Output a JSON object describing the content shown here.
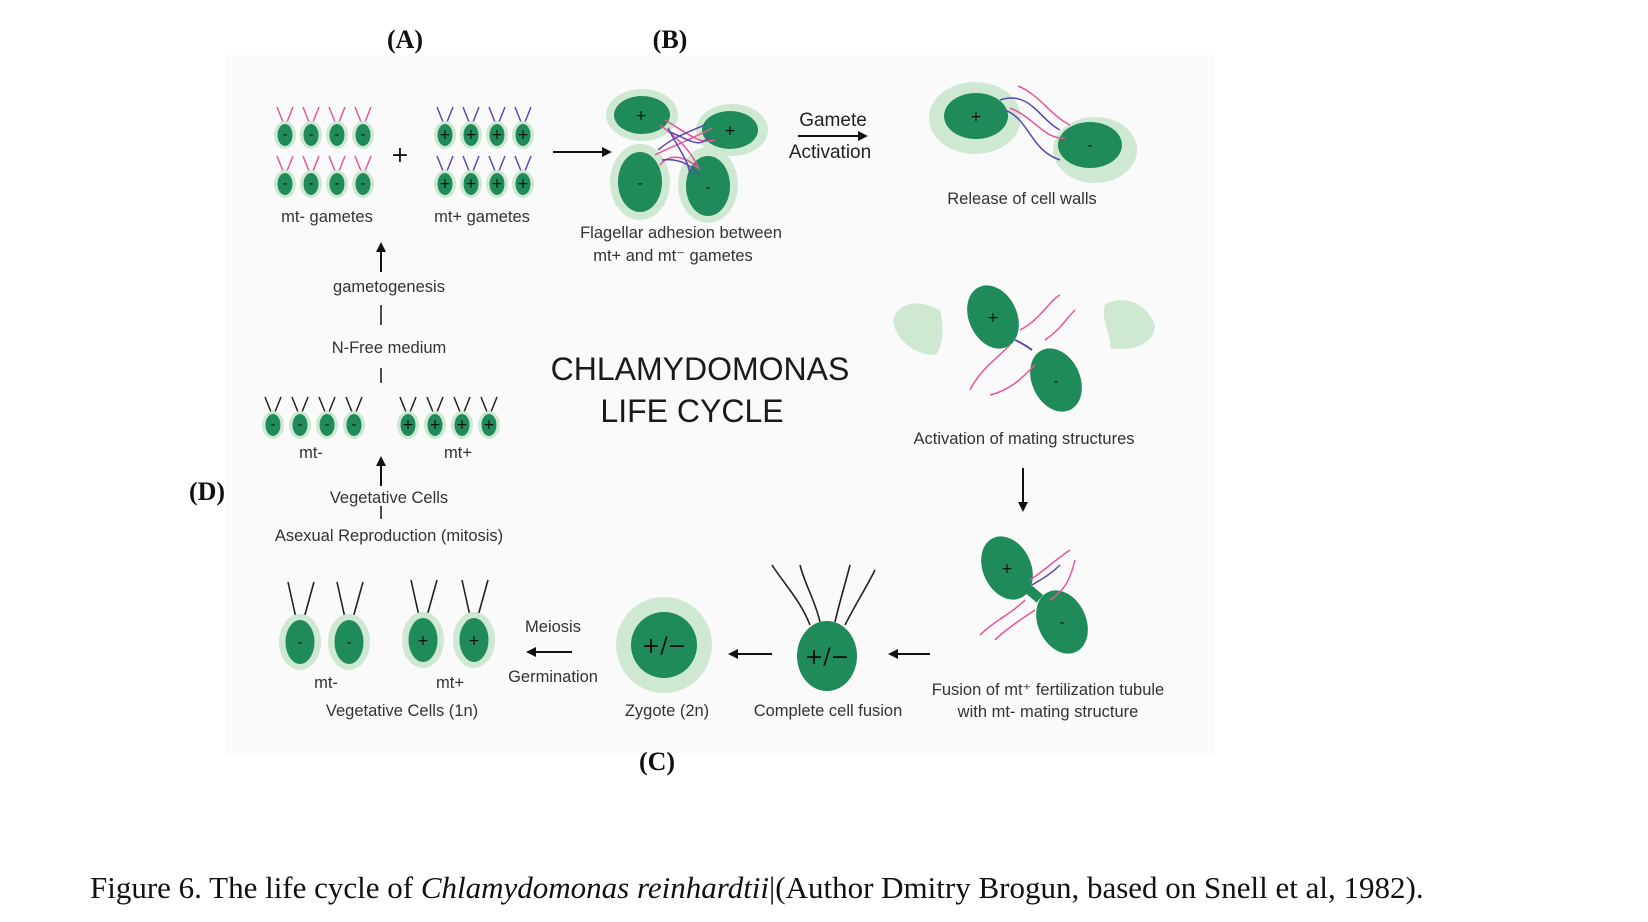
{
  "panels": {
    "a": "(A)",
    "b": "(B)",
    "c": "(C)",
    "d": "(D)"
  },
  "title": {
    "line1": "CHLAMYDOMONAS",
    "line2": "LIFE CYCLE"
  },
  "a": {
    "minus_label": "mt- gametes",
    "plus_label": "mt+ gametes",
    "plus_sign": "+"
  },
  "b": {
    "adhesion_line1": "Flagellar adhesion between",
    "adhesion_line2": "mt+ and mt⁻ gametes",
    "activation_line1": "Gamete",
    "activation_line2": "Activation",
    "release": "Release of cell walls",
    "mating_structures": "Activation of mating structures",
    "fusion_line1": "Fusion of mt⁺ fertilization tubule",
    "fusion_line2": "with mt- mating structure"
  },
  "c": {
    "complete_fusion": "Complete cell fusion",
    "zygote": "Zygote (2n)",
    "zygote_sign": "+/−",
    "meiosis": "Meiosis",
    "germination": "Germination",
    "veg_minus": "mt-",
    "veg_plus": "mt+",
    "veg_cells": "Vegetative Cells (1n)"
  },
  "d": {
    "gametogenesis": "gametogenesis",
    "n_free": "N-Free medium",
    "minus": "mt-",
    "plus": "mt+",
    "vegetative": "Vegetative Cells",
    "asexual": "Asexual Reproduction (mitosis)"
  },
  "caption": {
    "prefix": "Figure 6.",
    "text1": "The life cycle of ",
    "species": "Chlamydomonas reinhardtii",
    "text2": "(Author Dmitry Brogun, based on Snell et al, 1982)."
  },
  "colors": {
    "cell": "#1f8a5a",
    "halo": "#cfe8d2",
    "minus_flagella": "#e8549a",
    "plus_flagella": "#5a4ab0",
    "flagella": "#222222"
  }
}
